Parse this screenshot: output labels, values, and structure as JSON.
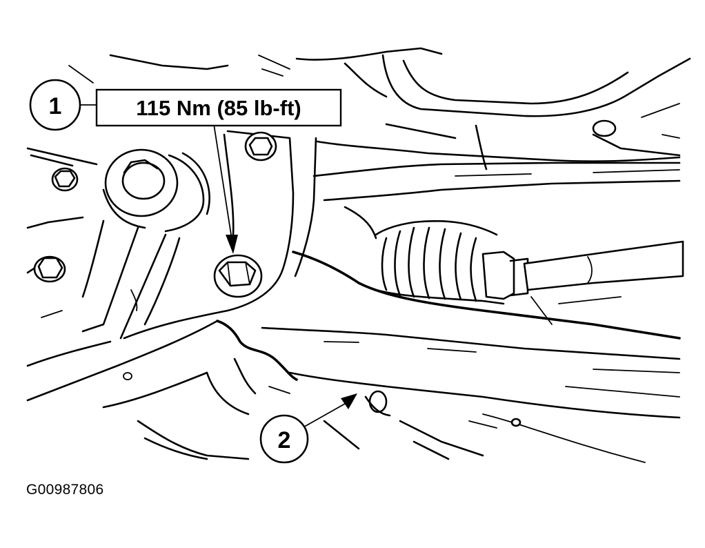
{
  "callouts": [
    {
      "number": "1",
      "spec": "115 Nm (85 lb-ft)"
    },
    {
      "number": "2"
    }
  ],
  "figure_id": "G00987806"
}
